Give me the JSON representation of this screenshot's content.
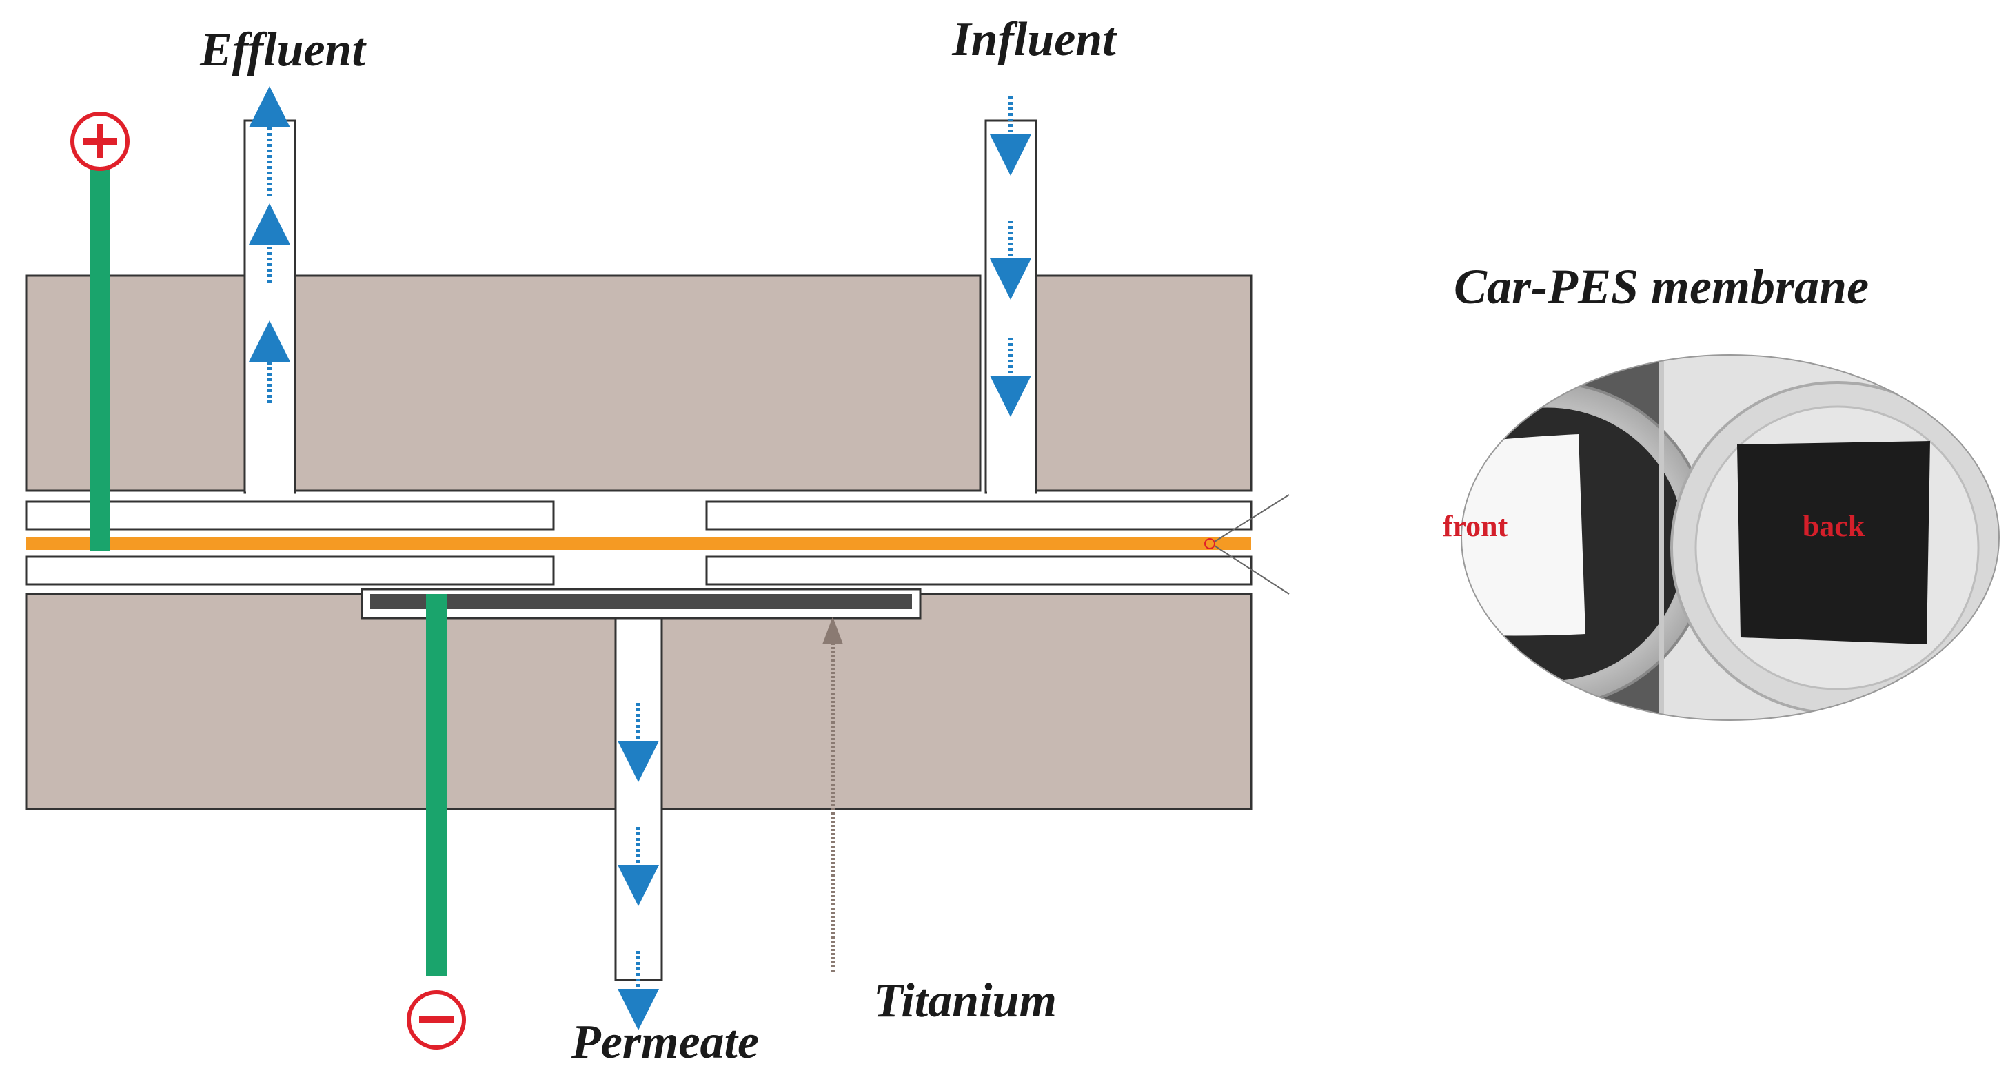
{
  "labels": {
    "effluent": "Effluent",
    "influent": "Influent",
    "permeate": "Permeate",
    "titanium": "Titanium",
    "membrane_title": "Car-PES membrane"
  },
  "photo": {
    "front_label": "front",
    "back_label": "back"
  },
  "electrodes": {
    "anode_symbol": "+",
    "cathode_symbol": "−"
  },
  "colors": {
    "block": "#c7b9b2",
    "electrode": "#1aa46c",
    "membrane": "#f59a23",
    "flow_arrow": "#1f7fc4",
    "terminal": "#e0202a",
    "titanium_plate": "#4a4a4a",
    "titanium_pointer": "#8a7a72"
  },
  "icons": [
    "plus-terminal-icon",
    "minus-terminal-icon",
    "flow-arrow-icon"
  ]
}
